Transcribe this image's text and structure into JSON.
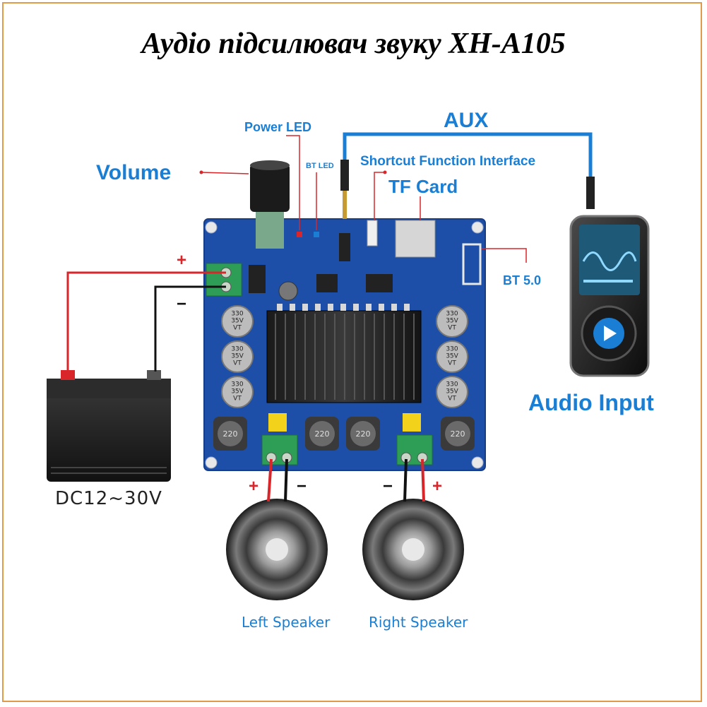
{
  "title": "Аудіо підсилювач звуку XH-A105",
  "labels": {
    "power_led": "Power LED",
    "aux": "AUX",
    "bt_led": "BT LED",
    "shortcut": "Shortcut Function Interface",
    "volume": "Volume",
    "tf_card": "TF Card",
    "bt": "BT 5.0",
    "audio_input": "Audio Input",
    "dc_voltage": "DC12~30V",
    "left_speaker": "Left Speaker",
    "right_speaker": "Right Speaker",
    "plus": "+",
    "minus": "−"
  },
  "board": {
    "capacitor_text": "330\n35V\nVT",
    "inductor_text": "220"
  },
  "colors": {
    "accent_blue": "#1a7fd4",
    "board_blue": "#1d4fa8",
    "wire_red": "#d8262b",
    "wire_black": "#111111",
    "border_orange": "#e09a4a"
  }
}
